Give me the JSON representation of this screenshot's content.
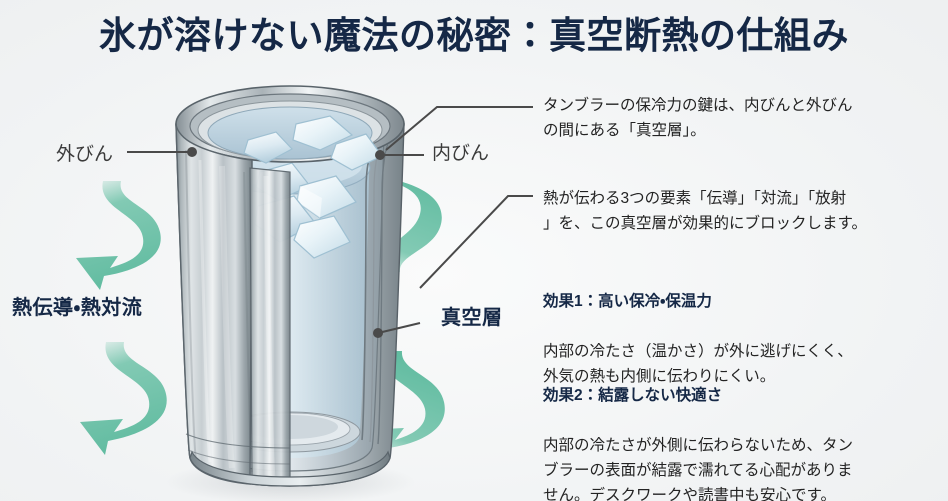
{
  "title": "氷が溶けない魔法の秘密：真空断熱の仕組み",
  "labels": {
    "outer_bottle": "外びん",
    "inner_bottle": "内びん",
    "heat_conduction_convection": "熱伝導・熱対流",
    "vacuum_layer": "真空層"
  },
  "callouts": [
    {
      "id": "callout-1",
      "text": "タンブラーの保冷力の鍵は、内びんと外びん\nの間にある「真空層」。"
    },
    {
      "id": "callout-2",
      "text": "熱が伝わる3つの要素「伝導」「対流」「放射\n」を、この真空層が効果的にブロックします。"
    }
  ],
  "effects": [
    {
      "id": "effect-1",
      "heading": "効果1：高い保冷・保温力",
      "body": "内部の冷たさ（温かさ）が外に逃げにくく、\n外気の熱も内側に伝わりにくい。"
    },
    {
      "id": "effect-2",
      "heading": "効果2：結露しない快適さ",
      "body": "内部の冷たさが外側に伝わらないため、タン\nブラーの表面が結露で濡れてる心配がありま\nせん。デスクワークや読書中も安心です。"
    }
  ],
  "illustration": {
    "subject": "cutaway-vacuum-insulated-tumbler-with-ice-cubes",
    "arrows": [
      {
        "name": "heat-arrow-upper-left",
        "direction": "down-left"
      },
      {
        "name": "heat-arrow-lower-left",
        "direction": "down-left"
      },
      {
        "name": "heat-arrow-upper-right",
        "direction": "up-right"
      },
      {
        "name": "heat-arrow-lower-right",
        "direction": "down-right"
      }
    ]
  },
  "colors": {
    "background": "#f1f3f4",
    "title": "#152846",
    "label_navy": "#152846",
    "label_gray": "#3b3b3b",
    "body_text": "#232323",
    "arrow_green": "#6ec2a8",
    "leader_line": "#4a4a4a",
    "steel_light": "#e8ebed",
    "steel_mid": "#9aa3a8",
    "steel_dark": "#5d686e",
    "ice_blue": "#dceaf2"
  }
}
